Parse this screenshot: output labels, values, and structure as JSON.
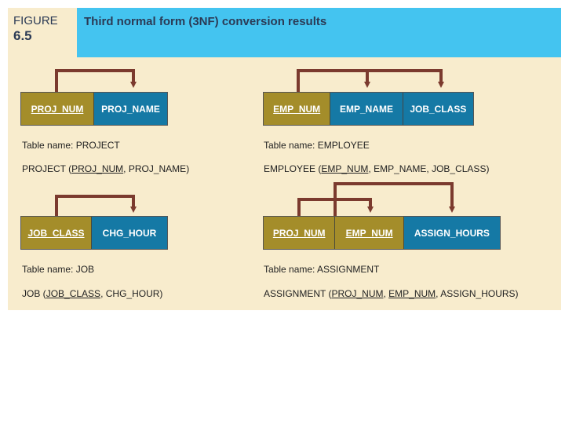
{
  "figure": {
    "label_line1": "FIGURE",
    "label_line2": "6.5",
    "title": "Third normal form (3NF) conversion results"
  },
  "colors": {
    "header": "#44c4f0",
    "background": "#f8eccd",
    "primary_key": "#a48d2a",
    "non_key": "#1579a5",
    "arrow": "#7b3a2e"
  },
  "tables": {
    "project": {
      "pk": [
        "PROJ_NUM"
      ],
      "attrs": [
        "PROJ_NAME"
      ],
      "caption": "Table name: PROJECT",
      "schema_name": "PROJECT",
      "schema_pk": [
        "PROJ_NUM"
      ],
      "schema_rest": "PROJ_NAME"
    },
    "employee": {
      "pk": [
        "EMP_NUM"
      ],
      "attrs": [
        "EMP_NAME",
        "JOB_CLASS"
      ],
      "caption": "Table name: EMPLOYEE",
      "schema_name": "EMPLOYEE",
      "schema_pk": [
        "EMP_NUM"
      ],
      "schema_rest": "EMP_NAME, JOB_CLASS"
    },
    "job": {
      "pk": [
        "JOB_CLASS"
      ],
      "attrs": [
        "CHG_HOUR"
      ],
      "caption": "Table name: JOB",
      "schema_name": "JOB",
      "schema_pk": [
        "JOB_CLASS"
      ],
      "schema_rest": "CHG_HOUR"
    },
    "assignment": {
      "pk": [
        "PROJ_NUM",
        "EMP_NUM"
      ],
      "attrs": [
        "ASSIGN_HOURS"
      ],
      "caption": "Table name: ASSIGNMENT",
      "schema_name": "ASSIGNMENT",
      "schema_pk": [
        "PROJ_NUM",
        "EMP_NUM"
      ],
      "schema_rest": "ASSIGN_HOURS"
    }
  }
}
